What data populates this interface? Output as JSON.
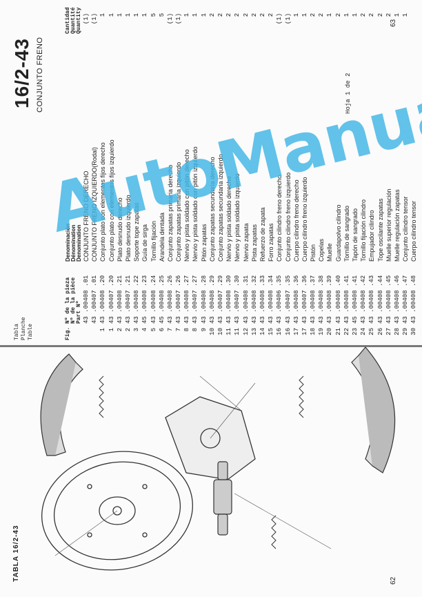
{
  "header": {
    "tabla_label": "Tabla",
    "planche_label": "Planche",
    "table_label": "Table",
    "tabla_number": "16/2-43",
    "title": "CONJUNTO FRENO",
    "hoja": "Hoja 1 de 2",
    "cantidad": "Cantidad",
    "quantite": "Quantité",
    "quantity": "Quantity"
  },
  "columns": {
    "fig": "Fig.",
    "n_pieza": "Nº de la pieza",
    "n_piece": "Nº de la pièce",
    "part_no": "Part Nº",
    "denominacion": "Denominación",
    "denomination_fr": "Dénomination",
    "denomination_en": "Denomination"
  },
  "parts": [
    {
      "fig": "",
      "pn": "43 .00408 .01",
      "desc": "CONJUNTO FRENO DERECHO",
      "qty": "(1)"
    },
    {
      "fig": "",
      "pn": "43 .00407 .01",
      "desc": "CONJUNTO FRENO IZQUIERDO(Rodal)",
      "qty": "(1)"
    },
    {
      "fig": "1",
      "pn": "43 .00408 .20",
      "desc": "Conjunto plato con elementos fijos derecho",
      "qty": "1"
    },
    {
      "fig": "1",
      "pn": "43 .00407 .20",
      "desc": "Conjunto plato con elementos fijos izquierdo",
      "qty": "1"
    },
    {
      "fig": "2",
      "pn": "43 .00408 .21",
      "desc": "Plato desnudo derecho",
      "qty": "1"
    },
    {
      "fig": "2",
      "pn": "43 .00407 .21",
      "desc": "Plato desnudo izquierdo",
      "qty": "1"
    },
    {
      "fig": "3",
      "pn": "43 .00408 .22",
      "desc": "Soporte tope zapatas",
      "qty": "1"
    },
    {
      "fig": "4",
      "pn": "45 .00408 .23",
      "desc": "Guía de sirga",
      "qty": "1"
    },
    {
      "fig": "5",
      "pn": "43 .00408 .24",
      "desc": "Tornillo fijación",
      "qty": "5"
    },
    {
      "fig": "6",
      "pn": "45 .00408 .25",
      "desc": "Arandela dentada",
      "qty": "5"
    },
    {
      "fig": "7",
      "pn": "43 .00408 .26",
      "desc": "Conjunto zapatas primaria derecho",
      "qty": "(1)"
    },
    {
      "fig": "7",
      "pn": "43 .00407 .26",
      "desc": "Conjunto zapatas primaria izquierdo",
      "qty": "(1)"
    },
    {
      "fig": "8",
      "pn": "43 .00408 .27",
      "desc": "Nervio y pista soldado con pitón derecho",
      "qty": "1"
    },
    {
      "fig": "8",
      "pn": "43 .00407 .27",
      "desc": "Nervio y pista soldado con pitón izquierdo",
      "qty": "1"
    },
    {
      "fig": "9",
      "pn": "43 .00408 .28",
      "desc": "Pitón zapatas",
      "qty": "1"
    },
    {
      "fig": "10",
      "pn": "43 .00408 .29",
      "desc": "Conjunto zapatas secundaria derecho",
      "qty": "2"
    },
    {
      "fig": "10",
      "pn": "43 .00407 .29",
      "desc": "Conjunto zapatas secundaria izquierdo",
      "qty": "2"
    },
    {
      "fig": "11",
      "pn": "43 .00408 .30",
      "desc": "Nervio y pista soldado derecho",
      "qty": "2"
    },
    {
      "fig": "11",
      "pn": "43 .00407 .30",
      "desc": "Nervio y pista soldado izquierdo",
      "qty": "2"
    },
    {
      "fig": "12",
      "pn": "43 .00408 .31",
      "desc": "Nervio zapata",
      "qty": "2"
    },
    {
      "fig": "13",
      "pn": "43 .00408 .32",
      "desc": "Pista zapatas",
      "qty": "2"
    },
    {
      "fig": "14",
      "pn": "43 .00408 .33",
      "desc": "Refuerzo de zapata",
      "qty": "2"
    },
    {
      "fig": "15",
      "pn": "43 .00408 .34",
      "desc": "Forro zapatas",
      "qty": "2"
    },
    {
      "fig": "16",
      "pn": "43 .00406 .35",
      "desc": "Conjunto cilindro freno derecho",
      "qty": "(1)"
    },
    {
      "fig": "16",
      "pn": "43 .00407 .35",
      "desc": "Conjunto cilindro freno izquierdo",
      "qty": "(1)"
    },
    {
      "fig": "17",
      "pn": "43 .00408 .36",
      "desc": "Cuerpo cilindro freno derecho",
      "qty": "1"
    },
    {
      "fig": "17",
      "pn": "43 .00407 .36",
      "desc": "Cuerpo cilindro freno izquierdo",
      "qty": "1"
    },
    {
      "fig": "18",
      "pn": "43 .00408 .37",
      "desc": "Pistón",
      "qty": "2"
    },
    {
      "fig": "19",
      "pn": "43 .00408 .38",
      "desc": "Copelas",
      "qty": "2"
    },
    {
      "fig": "20",
      "pn": "43 .00408 .39",
      "desc": "Muelle",
      "qty": "1"
    },
    {
      "fig": "21",
      "pn": "43 .00408 .40",
      "desc": "Guardapolvo cilindro",
      "qty": "2"
    },
    {
      "fig": "22",
      "pn": "43 .00408 .41",
      "desc": "Tornillo de sangrado",
      "qty": "1"
    },
    {
      "fig": "23",
      "pn": "45 .00408 .41",
      "desc": "Tapón de sangrado",
      "qty": "1"
    },
    {
      "fig": "24",
      "pn": "43 .00408 .42",
      "desc": "Tornillo fijación cilindro",
      "qty": "2"
    },
    {
      "fig": "25",
      "pn": "43 .00408 .43",
      "desc": "Empujador cilindro",
      "qty": "2"
    },
    {
      "fig": "26",
      "pn": "43 .00408 .44",
      "desc": "Tope oscilante zapatas",
      "qty": "2"
    },
    {
      "fig": "27",
      "pn": "43 .00408 .45",
      "desc": "Muelle superior regulación",
      "qty": "2"
    },
    {
      "fig": "28",
      "pn": "43 .00408 .46",
      "desc": "Muelle regulación zapatas",
      "qty": "1"
    },
    {
      "fig": "29",
      "pn": "43 .00408 .47",
      "desc": "Conjunto cilindro tensor",
      "qty": "1"
    },
    {
      "fig": "30",
      "pn": "43 .00408 .48",
      "desc": "Cuerpo cilindro tensor",
      "qty": ""
    }
  ],
  "left_page": {
    "tabla_text": "TABLA 16/2-43",
    "page_number": "62"
  },
  "right_page": {
    "page_number": "63"
  },
  "watermark": "AutoManuals.net"
}
